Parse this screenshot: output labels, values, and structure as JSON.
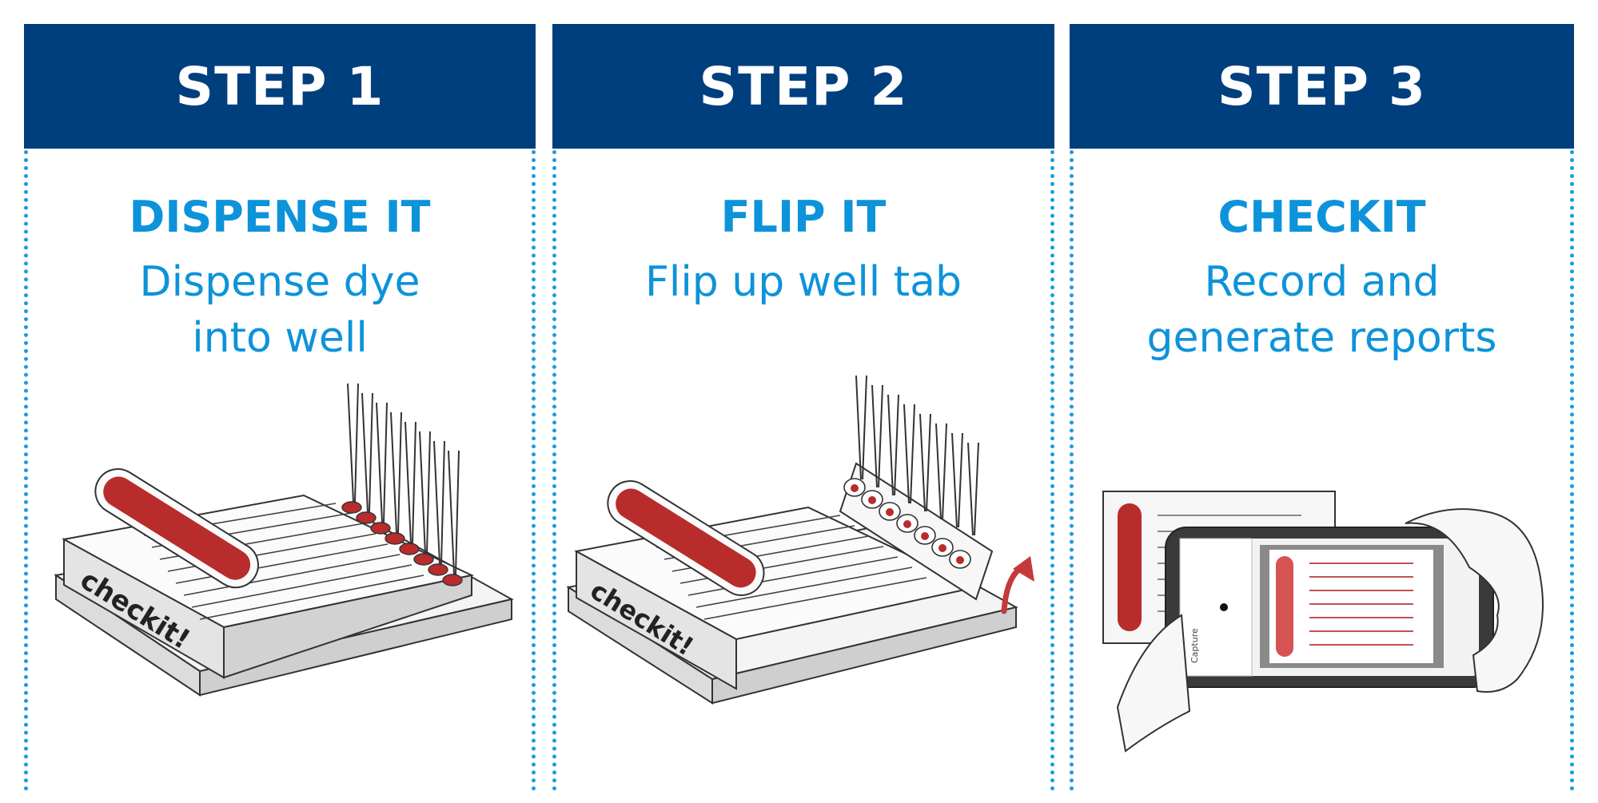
{
  "steps": [
    {
      "header": "STEP 1",
      "title": "DISPENSE IT",
      "description_lines": [
        "Dispense dye",
        "into well"
      ]
    },
    {
      "header": "STEP 2",
      "title": "FLIP IT",
      "description_lines": [
        "Flip up well tab"
      ]
    },
    {
      "header": "STEP 3",
      "title": "CHECKIT",
      "description_lines": [
        "Record and",
        "generate reports"
      ]
    }
  ],
  "brand": {
    "logo_text": "checkit!"
  },
  "phone_screen": {
    "capture_label": "Capture"
  },
  "colors": {
    "header_bg": "#003f7d",
    "header_text": "#ffffff",
    "accent_blue": "#0d93d9",
    "dotted_line": "#1b9ce0",
    "dye_red": "#b82c2c",
    "arrow_red": "#c43a3a"
  }
}
